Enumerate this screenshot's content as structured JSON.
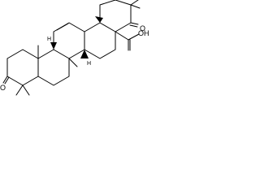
{
  "labels": {
    "ketone_oxygen_left": "O",
    "ketone_oxygen_right": "O",
    "carboxyl_group": "OH",
    "hydrogen_1": "H",
    "hydrogen_2": "H"
  }
}
